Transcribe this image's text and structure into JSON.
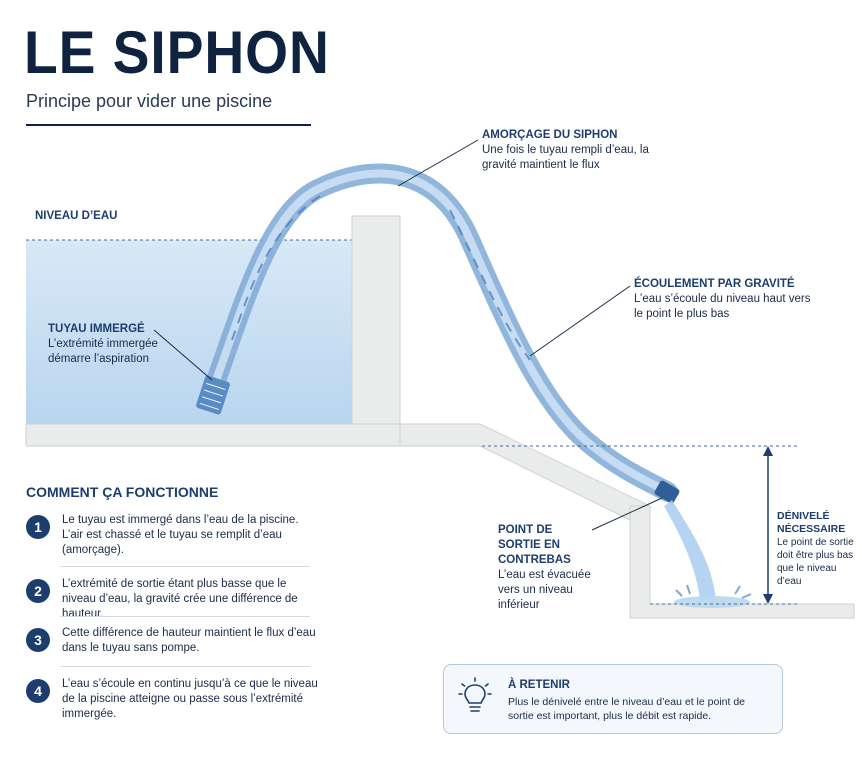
{
  "header": {
    "title": "LE SIPHON",
    "subtitle": "Principe pour vider une piscine"
  },
  "diagram": {
    "water_level_label": "NIVEAU D’EAU",
    "labels": {
      "priming": {
        "title": "AMORÇAGE DU SIPHON",
        "text": "Une fois le tuyau rempli d’eau, la gravité maintient le flux"
      },
      "gravity": {
        "title": "ÉCOULEMENT PAR GRAVITÉ",
        "text": "L’eau s’écoule du niveau haut vers le point le plus bas"
      },
      "submerged": {
        "title": "TUYAU IMMERGÉ",
        "text": "L’extrémité immergée démarre l’aspiration"
      },
      "outlet": {
        "title": "POINT DE SORTIE EN CONTREBAS",
        "text": "L’eau est évacuée vers un niveau inférieur"
      },
      "height": {
        "title": "DÉNIVELÉ NÉCESSAIRE",
        "text": "Le point de sortie doit être plus bas que le niveau d’eau"
      }
    },
    "colors": {
      "water": "#cfe3f4",
      "pipe": "#8fb8e0",
      "concrete": "#e9eaea",
      "accent": "#1c3d6e"
    }
  },
  "how_it_works": {
    "title": "COMMENT ÇA FONCTIONNE",
    "steps": [
      {
        "num": "1",
        "text": "Le tuyau est immergé dans l’eau de la piscine. L’air est chassé et le tuyau se remplit d’eau (amorçage)."
      },
      {
        "num": "2",
        "text": "L’extrémité de sortie étant plus basse que le niveau d’eau, la gravité crée une différence de hauteur."
      },
      {
        "num": "3",
        "text": "Cette différence de hauteur maintient le flux d’eau dans le tuyau sans pompe."
      },
      {
        "num": "4",
        "text": "L’eau s’écoule en continu jusqu’à ce que le niveau de la piscine atteigne ou passe sous l’extrémité immergée."
      }
    ]
  },
  "note": {
    "icon": "lightbulb-icon",
    "title": "À RETENIR",
    "text": "Plus le dénivelé entre le niveau d’eau et le point de sortie est important, plus le débit est rapide."
  }
}
